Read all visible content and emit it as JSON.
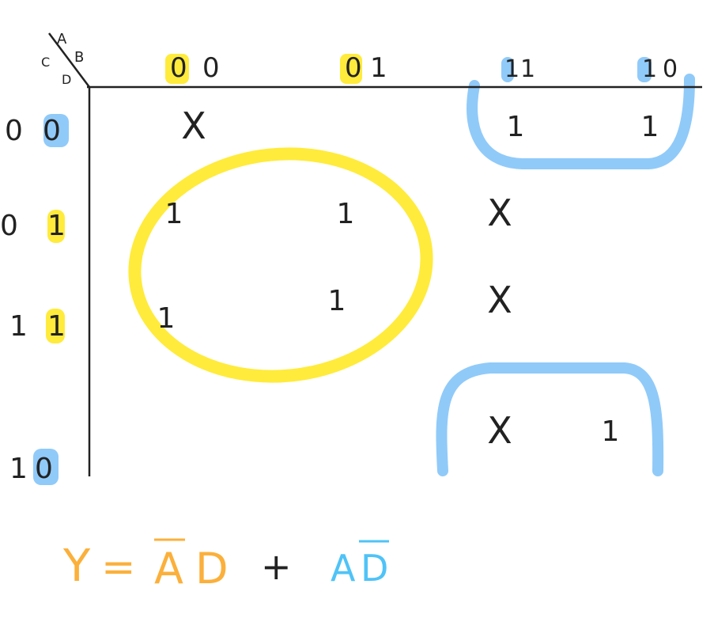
{
  "axis_labels": {
    "ab": [
      "A",
      "B"
    ],
    "cd": [
      "C",
      "D"
    ]
  },
  "column_headers": [
    {
      "first": "0",
      "second": "0",
      "first_color": "#FFEB3B"
    },
    {
      "first": "0",
      "second": "1",
      "first_color": "#FFEB3B"
    },
    {
      "first": "1",
      "second": "1",
      "first_color": "#90CAF9"
    },
    {
      "first": "1",
      "second": "0",
      "first_color": "#90CAF9"
    }
  ],
  "row_headers": [
    {
      "first": "0",
      "second": "0",
      "second_color": "#90CAF9"
    },
    {
      "first": "0",
      "second": "1",
      "second_color": "#FFEB3B"
    },
    {
      "first": "1",
      "second": "1",
      "second_color": "#FFEB3B"
    },
    {
      "first": "1",
      "second": "0",
      "second_color": "#90CAF9"
    }
  ],
  "cells": [
    [
      "X",
      "",
      "",
      ""
    ],
    [
      "",
      "",
      "X",
      ""
    ],
    [
      "",
      "",
      "X",
      ""
    ],
    [
      "",
      "",
      "X",
      ""
    ]
  ],
  "ones": [
    {
      "row": 0,
      "col": 2,
      "label": "1"
    },
    {
      "row": 0,
      "col": 3,
      "label": "1"
    },
    {
      "row": 1,
      "col": 0,
      "label": "1"
    },
    {
      "row": 1,
      "col": 1,
      "label": "1"
    },
    {
      "row": 2,
      "col": 0,
      "label": "1"
    },
    {
      "row": 2,
      "col": 1,
      "label": "1"
    },
    {
      "row": 3,
      "col": 3,
      "label": "1"
    }
  ],
  "colors": {
    "ink": "#222222",
    "yellow_group": "#FFEB3B",
    "blue_group": "#90CAF9",
    "equation_orange": "#FBB03B",
    "equation_blue": "#4FC3F7"
  },
  "equation": {
    "lhs": "Y",
    "equals": "=",
    "term1": {
      "a": "A",
      "d": "D",
      "bar_on": "A"
    },
    "plus": "+",
    "term2": {
      "a": "A",
      "d": "D",
      "bar_on": "D"
    }
  }
}
